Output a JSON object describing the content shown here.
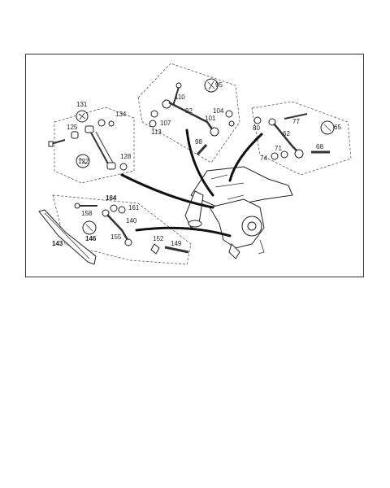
{
  "diagram": {
    "labels": {
      "l131": "131",
      "l134": "134",
      "l125": "125",
      "l122": "122",
      "l128": "128",
      "l95": "95",
      "l110": "110",
      "l92": "92",
      "l104": "104",
      "l101": "101",
      "l107": "107",
      "l113": "113",
      "l98": "98",
      "l80": "80",
      "l77": "77",
      "l62": "62",
      "l65": "65",
      "l74": "74",
      "l71": "71",
      "l68": "68",
      "l164": "164",
      "l158": "158",
      "l161": "161",
      "l140": "140",
      "l143": "143",
      "l146": "146",
      "l155": "155",
      "l152": "152",
      "l149": "149"
    },
    "colors": {
      "line": "#222222",
      "background": "#ffffff"
    }
  }
}
